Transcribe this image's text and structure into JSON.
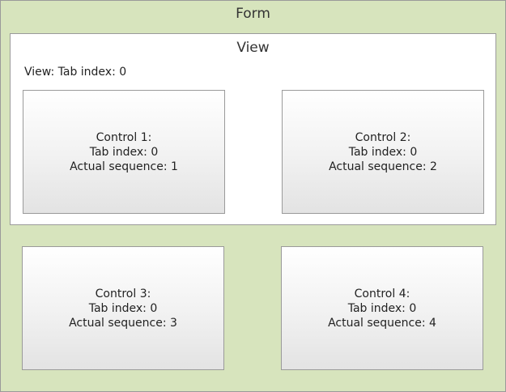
{
  "form": {
    "title": "Form"
  },
  "view": {
    "title": "View",
    "tab_index_label": "View: Tab index: 0"
  },
  "controls": [
    {
      "name": "Control 1:",
      "tab_index": "Tab index: 0",
      "sequence": "Actual sequence: 1"
    },
    {
      "name": "Control 2:",
      "tab_index": "Tab index: 0",
      "sequence": "Actual sequence: 2"
    },
    {
      "name": "Control 3:",
      "tab_index": "Tab index: 0",
      "sequence": "Actual sequence: 3"
    },
    {
      "name": "Control 4:",
      "tab_index": "Tab index: 0",
      "sequence": "Actual sequence: 4"
    }
  ],
  "colors": {
    "form_background": "#d7e4bd",
    "view_background": "#ffffff",
    "border": "#9a9a9a"
  }
}
